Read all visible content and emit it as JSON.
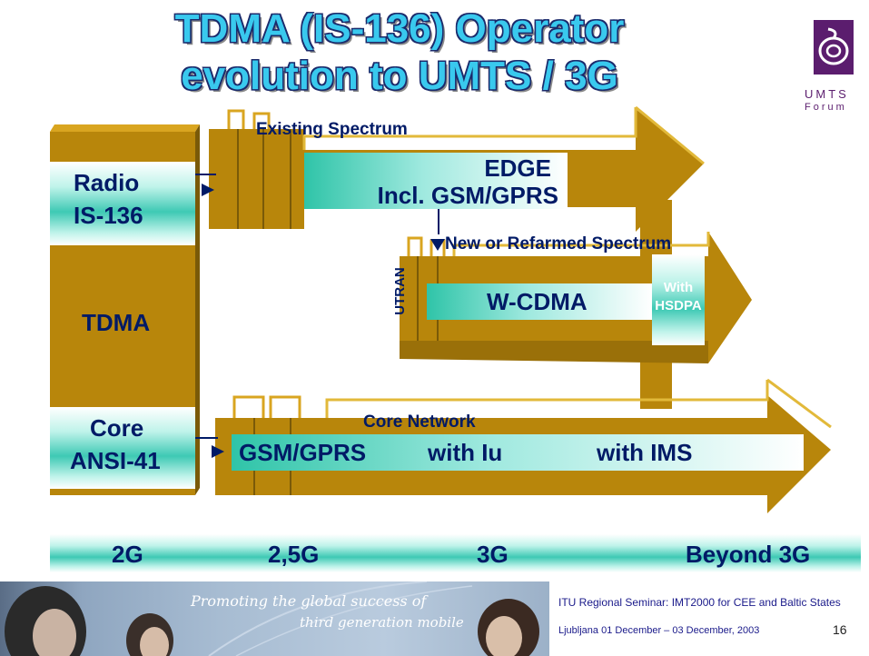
{
  "title": {
    "line1": "TDMA (IS-136) Operator",
    "line2": "evolution to UMTS / 3G"
  },
  "logo": {
    "text": "UMTS",
    "subtext": "Forum"
  },
  "left_block": {
    "radio_line1": "Radio",
    "radio_line2": "IS-136",
    "middle": "TDMA",
    "core_line1": "Core",
    "core_line2": "ANSI-41"
  },
  "arrows": {
    "top_label": "Existing Spectrum",
    "edge_line1": "EDGE",
    "edge_line2": "Incl. GSM/GPRS",
    "mid_label": "New or Refarmed Spectrum",
    "utran": "UTRAN",
    "wcdma": "W-CDMA",
    "hsdpa_line1": "With",
    "hsdpa_line2": "HSDPA",
    "core_network": "Core Network",
    "gsm_gprs": "GSM/GPRS",
    "with_iu": "with Iu",
    "with_ims": "with IMS"
  },
  "timeline": [
    "2G",
    "2,5G",
    "3G",
    "Beyond 3G"
  ],
  "banner": {
    "line1": "Promoting the global success of",
    "line2": "third generation mobile"
  },
  "footer": {
    "seminar": "ITU Regional Seminar: IMT2000 for CEE and Baltic States",
    "venue": "Ljubljana 01 December – 03 December, 2003",
    "page": "16"
  },
  "colors": {
    "arrow": "#b8860b",
    "arrow_dark": "#7a5a08",
    "teal": "#3ec9b4",
    "navy": "#001a66",
    "title": "#39c9ee"
  }
}
